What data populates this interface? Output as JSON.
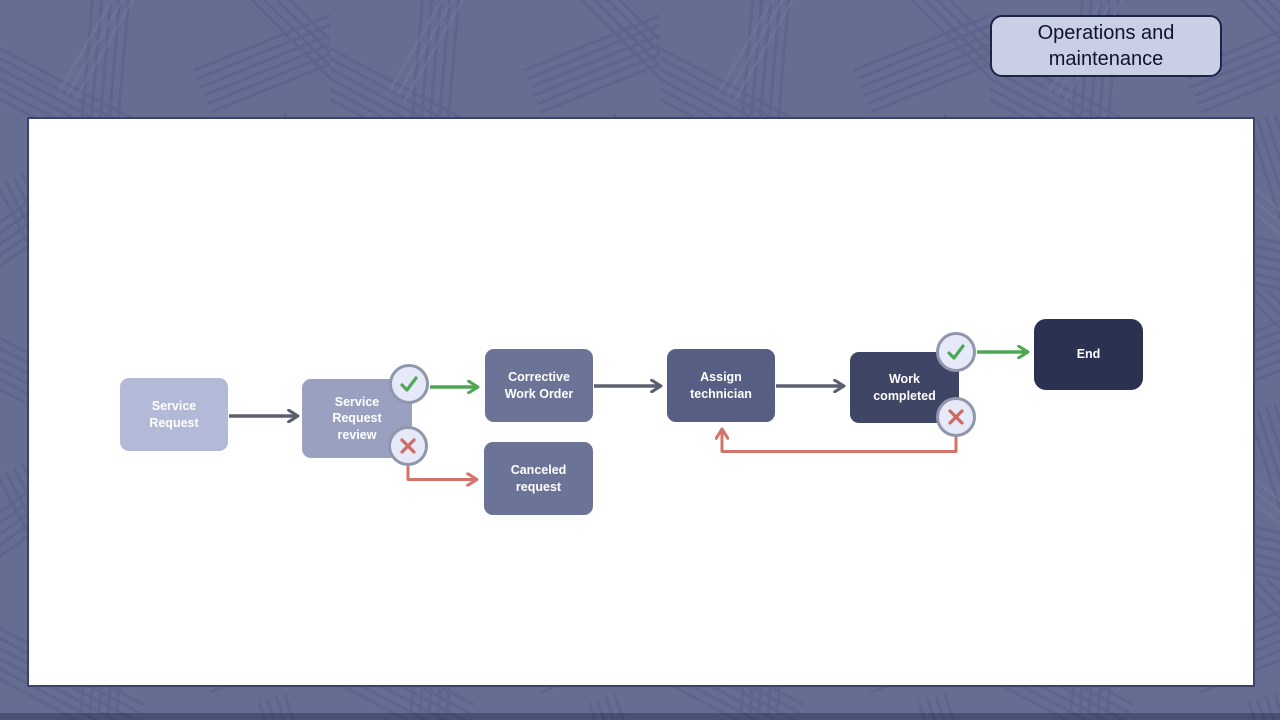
{
  "slide_title": {
    "label": "Operations and maintenance"
  },
  "flowchart": {
    "nodes": {
      "service_request": {
        "label": "Service\nRequest"
      },
      "request_review": {
        "label": "Service\nRequest\nreview"
      },
      "corrective_work_order": {
        "label": "Corrective\nWork Order"
      },
      "canceled_request": {
        "label": "Canceled\nrequest"
      },
      "assign_technician": {
        "label": "Assign\ntechnician"
      },
      "work_completed": {
        "label": "Work\ncompleted"
      },
      "end": {
        "label": "End"
      }
    },
    "edges": [
      {
        "from": "service_request",
        "to": "request_review",
        "type": "normal"
      },
      {
        "from": "request_review",
        "to": "corrective_work_order",
        "type": "approved"
      },
      {
        "from": "request_review",
        "to": "canceled_request",
        "type": "rejected"
      },
      {
        "from": "corrective_work_order",
        "to": "assign_technician",
        "type": "normal"
      },
      {
        "from": "assign_technician",
        "to": "work_completed",
        "type": "normal"
      },
      {
        "from": "work_completed",
        "to": "end",
        "type": "approved"
      },
      {
        "from": "work_completed",
        "to": "assign_technician",
        "type": "rejected"
      }
    ],
    "decision_badges": [
      {
        "on": "request_review",
        "icon": "check",
        "meaning": "approved"
      },
      {
        "on": "request_review",
        "icon": "cross",
        "meaning": "rejected"
      },
      {
        "on": "work_completed",
        "icon": "check",
        "meaning": "approved"
      },
      {
        "on": "work_completed",
        "icon": "cross",
        "meaning": "rejected"
      }
    ],
    "colors": {
      "background": "#666d93",
      "canvas": "#ffffff",
      "node_service_request": "#b3bad7",
      "node_request_review": "#9aa1c0",
      "node_corrective_work_order": "#6b7396",
      "node_canceled_request": "#6b7396",
      "node_assign_technician": "#575e83",
      "node_work_completed": "#3e4565",
      "node_end": "#2b3150",
      "edge_normal": "#5a606f",
      "edge_approved": "#4fa654",
      "edge_rejected": "#d3746a",
      "badge_fill": "#e6eaf8",
      "badge_border": "#9096ab",
      "title_fill": "#c9d0e6",
      "title_border": "#1f2444"
    }
  }
}
